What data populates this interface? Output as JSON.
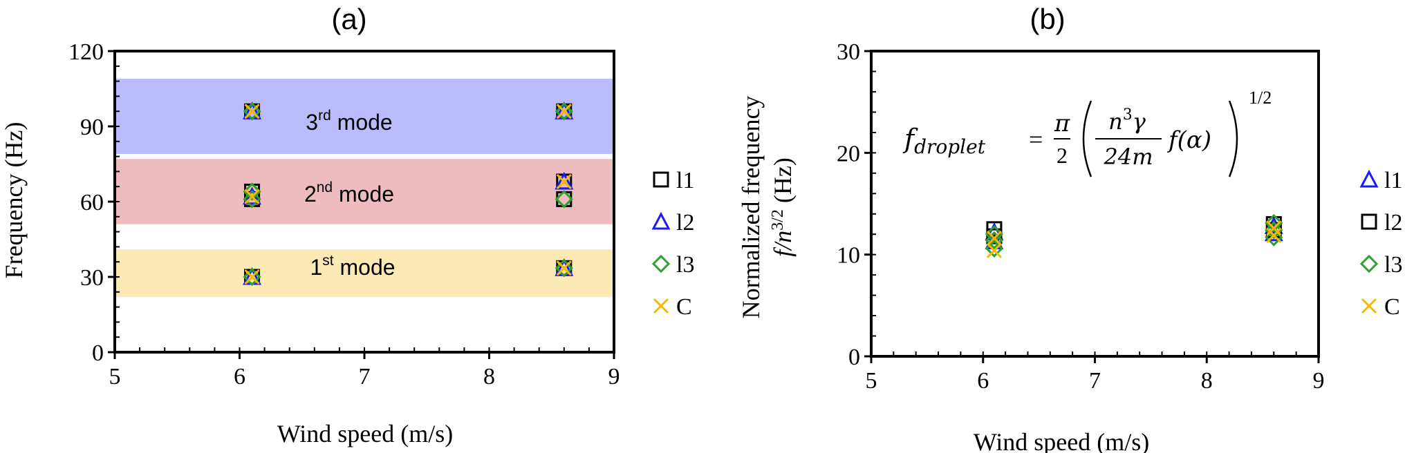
{
  "colors": {
    "l1": "#000000",
    "l2": "#1a1aff",
    "l3": "#2ca02c",
    "C": "#f5b800",
    "band_1st": "#fce9b4",
    "band_2nd": "#eebbbe",
    "band_3rd": "#bcbcfc"
  },
  "chart_data": [
    {
      "type": "scatter",
      "panel_label": "(a)",
      "xlabel": "Wind speed (m/s)",
      "ylabel": "Frequency (Hz)",
      "xlim": [
        5,
        9
      ],
      "ylim": [
        0,
        120
      ],
      "xticks": [
        "5",
        "6",
        "7",
        "8",
        "9"
      ],
      "yticks": [
        "0",
        "30",
        "60",
        "90",
        "120"
      ],
      "grid": false,
      "legend_position": "right",
      "bands": [
        {
          "label_base": "1",
          "label_sup": "st",
          "label_tail": " mode",
          "y_range": [
            22,
            41
          ],
          "color": "#fce9b4"
        },
        {
          "label_base": "2",
          "label_sup": "nd",
          "label_tail": " mode",
          "y_range": [
            51,
            77
          ],
          "color": "#eebbbe"
        },
        {
          "label_base": "3",
          "label_sup": "rd",
          "label_tail": " mode",
          "y_range": [
            79,
            109
          ],
          "color": "#bcbcfc"
        }
      ],
      "series": [
        {
          "name": "l1",
          "marker": "square",
          "color": "#000000",
          "x": [
            6.1,
            6.1,
            6.1,
            6.1,
            8.6,
            8.6,
            8.6,
            8.6
          ],
          "y": [
            30,
            61,
            64,
            96,
            33.5,
            61,
            68,
            96
          ]
        },
        {
          "name": "l2",
          "marker": "triangle",
          "color": "#1a1aff",
          "x": [
            6.1,
            6.1,
            6.1,
            8.6,
            8.6,
            8.6
          ],
          "y": [
            30,
            62,
            96,
            33.5,
            68,
            96
          ]
        },
        {
          "name": "l3",
          "marker": "diamond",
          "color": "#2ca02c",
          "x": [
            6.1,
            6.1,
            6.1,
            6.1,
            8.6,
            8.6,
            8.6
          ],
          "y": [
            30,
            61,
            64,
            96,
            33.5,
            61,
            96
          ]
        },
        {
          "name": "C",
          "marker": "x",
          "color": "#f5b800",
          "x": [
            6.1,
            6.1,
            6.1,
            8.6,
            8.6,
            8.6
          ],
          "y": [
            30,
            62,
            96,
            33.5,
            68,
            96
          ]
        }
      ]
    },
    {
      "type": "scatter",
      "panel_label": "(b)",
      "xlabel": "Wind speed (m/s)",
      "ylabel_line1": "Normalized frequency",
      "ylabel_line2_f": "f",
      "ylabel_line2_n": "/n",
      "ylabel_line2_exp": "3/2",
      "ylabel_line2_unit": " (Hz)",
      "xlim": [
        5,
        9
      ],
      "ylim": [
        0,
        30
      ],
      "xticks": [
        "5",
        "6",
        "7",
        "8",
        "9"
      ],
      "yticks": [
        "0",
        "10",
        "20",
        "30"
      ],
      "grid": false,
      "legend_position": "right",
      "annotation": {
        "lhs": "f",
        "lhs_sub": "droplet",
        "equals": "=",
        "frac_num": "π",
        "frac_den": "2",
        "inner_num_n": "n",
        "inner_num_exp": "3",
        "inner_num_gamma": "γ",
        "inner_den": "24m",
        "func": "f(α)",
        "outer_exp": "1/2"
      },
      "series": [
        {
          "name": "l1",
          "marker": "triangle",
          "color": "#1a1aff",
          "x": [
            6.1,
            6.1,
            8.6,
            8.6
          ],
          "y": [
            12.2,
            11.3,
            12.8,
            12.1
          ]
        },
        {
          "name": "l2",
          "marker": "square",
          "color": "#000000",
          "x": [
            6.1,
            6.1,
            8.6,
            8.6
          ],
          "y": [
            12.5,
            11.8,
            13.0,
            12.4
          ]
        },
        {
          "name": "l3",
          "marker": "diamond",
          "color": "#2ca02c",
          "x": [
            6.1,
            6.1,
            6.1,
            8.6,
            8.6,
            8.6
          ],
          "y": [
            12.0,
            11.4,
            10.6,
            13.1,
            12.4,
            11.7
          ]
        },
        {
          "name": "C",
          "marker": "x",
          "color": "#f5b800",
          "x": [
            6.1,
            6.1,
            8.6,
            8.6
          ],
          "y": [
            11.6,
            10.4,
            12.6,
            11.9
          ]
        }
      ]
    }
  ]
}
